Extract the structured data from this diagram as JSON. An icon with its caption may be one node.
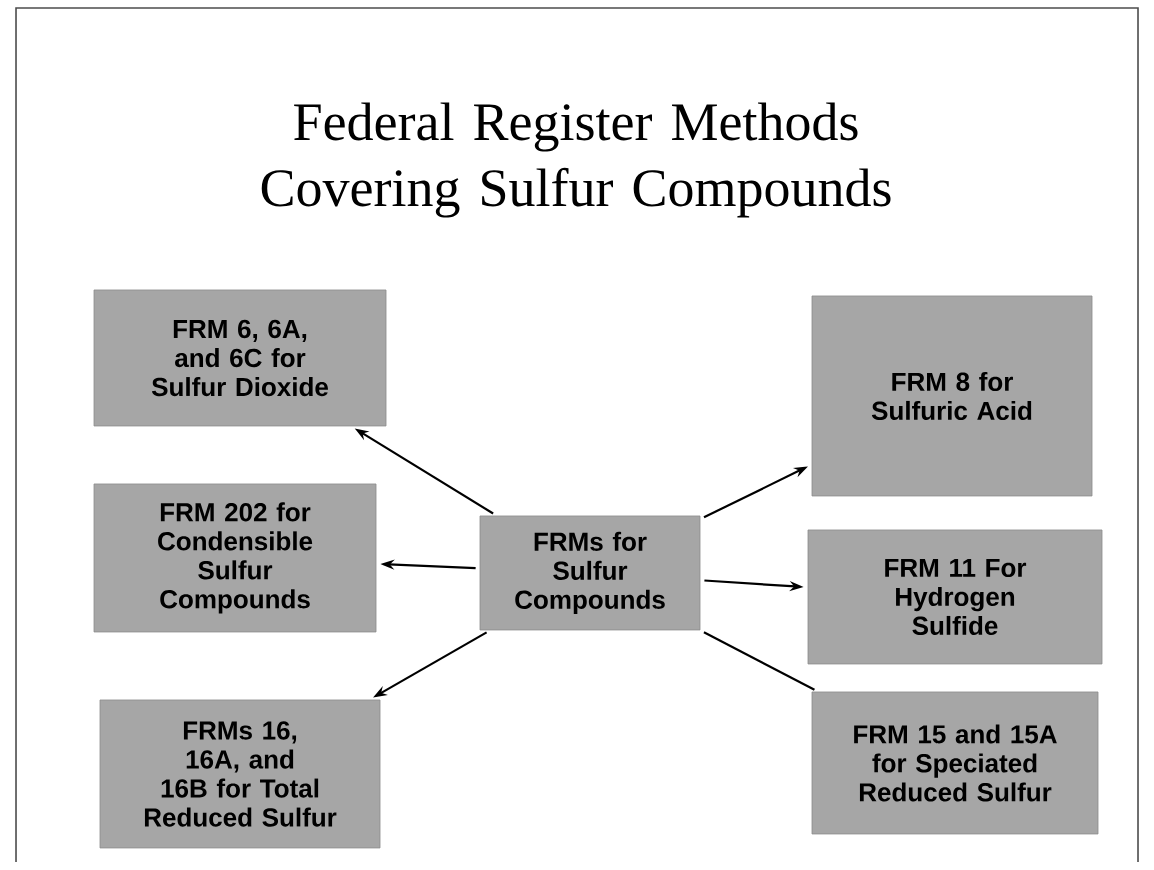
{
  "diagram": {
    "title": "Federal Register Methods Covering Sulfur Compounds",
    "nodes": [
      {
        "text": [
          "FRM 6, 6A, and 6C for Sulfur Dioxide"
        ]
      },
      {
        "text": [
          "FRM 8 for Sulfuric Acid"
        ]
      },
      {
        "text": [
          "FRM 202 for Condensible Sulfur Compounds"
        ]
      },
      {
        "text": [
          "FRMs for Sulfur Compounds"
        ]
      },
      {
        "text": [
          "FRM 11 For Hydrogen Sulfide"
        ]
      },
      {
        "text": [
          "FRMs 16, 16A, and 16B for Total Reduced Sulfur"
        ]
      },
      {
        "text": [
          "FRM 15 and 15A for Speciated Reduced Sulfur"
        ]
      }
    ],
    "edges": [
      {
        "from": 3,
        "to": 0,
        "arrow": "to"
      },
      {
        "from": 3,
        "to": 1,
        "arrow": "to"
      },
      {
        "from": 3,
        "to": 2,
        "arrow": "to"
      },
      {
        "from": 3,
        "to": 4,
        "arrow": "to"
      },
      {
        "from": 3,
        "to": 5,
        "arrow": "to"
      },
      {
        "from": 3,
        "to": 6,
        "arrow": "none"
      }
    ]
  }
}
